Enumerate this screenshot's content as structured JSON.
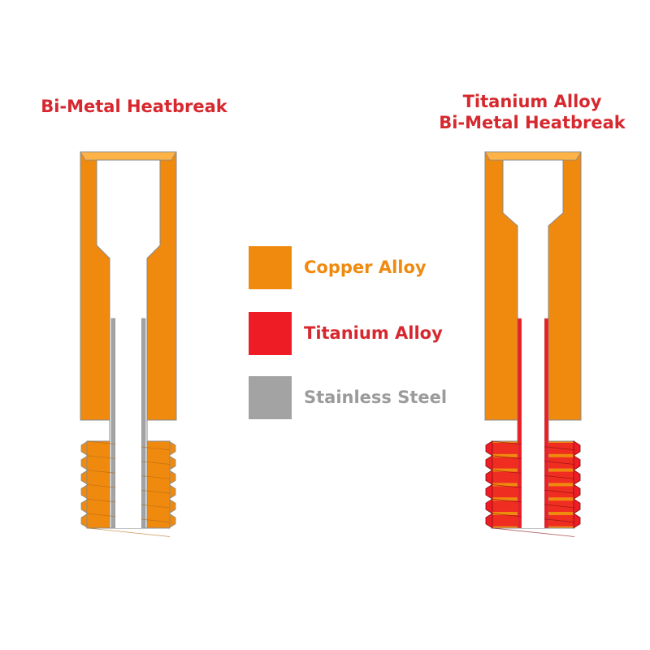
{
  "titles": {
    "left": [
      "Bi-Metal Heatbreak"
    ],
    "right": [
      "Titanium Alloy",
      "Bi-Metal Heatbreak"
    ]
  },
  "legend": [
    {
      "label": "Copper Alloy",
      "color": "#f08a0f",
      "label_color": "#f08a0f"
    },
    {
      "label": "Titanium Alloy",
      "color": "#ee1c24",
      "label_color": "#d6282e"
    },
    {
      "label": "Stainless Steel",
      "color": "#a3a3a3",
      "label_color": "#9b9b9b"
    }
  ],
  "colors": {
    "copper": "#f08a0f",
    "titanium": "#ee1c24",
    "steel": "#a3a3a3",
    "outline": "#8a8a8a",
    "background": "#ffffff"
  },
  "parts": {
    "left": {
      "name": "bi-metal-heatbreak",
      "tube_material": "steel"
    },
    "right": {
      "name": "titanium-alloy-bi-metal-heatbreak",
      "tube_material": "titanium"
    }
  }
}
